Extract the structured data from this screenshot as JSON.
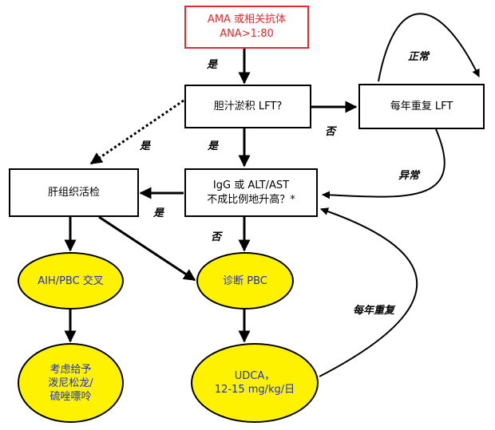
{
  "nodes": {
    "ama": {
      "line1": "AMA 或相关抗体",
      "line2": "ANA>1:80"
    },
    "cholestatic": {
      "text": "胆汁淤积 LFT?"
    },
    "annual_lft": {
      "text": "每年重复 LFT"
    },
    "igg": {
      "line1": "IgG 或 ALT/AST",
      "line2": "不成比例地升高？*"
    },
    "biopsy": {
      "text": "肝组织活检"
    },
    "overlap": {
      "text": "AIH/PBC 交叉"
    },
    "diagnose": {
      "text": "诊断 PBC"
    },
    "consider": {
      "line1": "考虑给予",
      "line2": "泼尼松龙/",
      "line3": "硫唑嘌呤"
    },
    "udca": {
      "line1": "UDCA，",
      "line2": "12-15 mg/kg/日"
    }
  },
  "labels": {
    "yes1": "是",
    "yes2": "是",
    "yes3": "是",
    "yes4": "是",
    "no1": "否",
    "no2": "否",
    "normal": "正常",
    "abnormal": "异常",
    "annual_repeat": "每年重复"
  },
  "colors": {
    "oval_fill": "#fff200",
    "oval_text": "#1c2fc4",
    "red_border": "#e8262b"
  }
}
